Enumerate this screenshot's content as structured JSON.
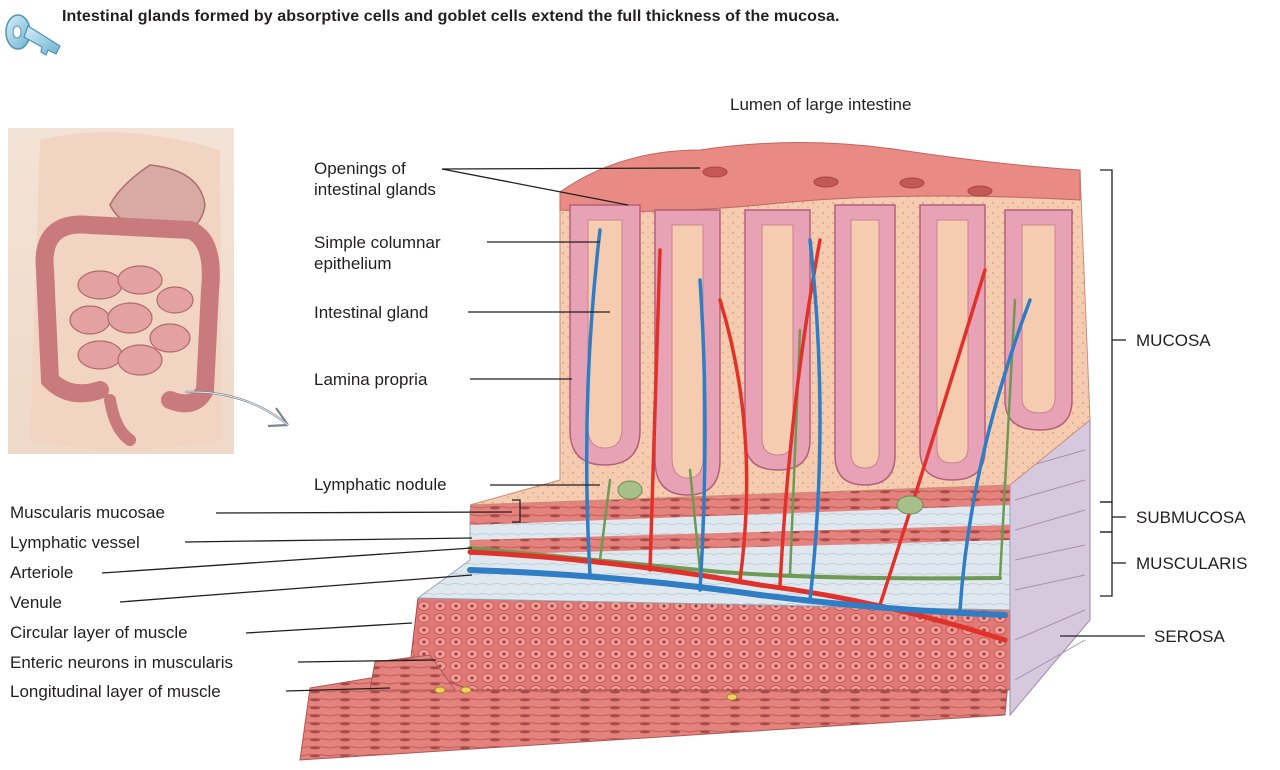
{
  "headline": "Intestinal glands formed by absorptive cells and goblet cells extend the full thickness of the mucosa.",
  "icon": "key-icon",
  "colors": {
    "mucosa_surface": "#e98a85",
    "epithelium": "#e8a2b5",
    "lamina_propria": "#f6ccb0",
    "artery": "#e0322a",
    "vein": "#2f7dc4",
    "lymphatic": "#6e9a53",
    "muscle": "#e27a78",
    "submucosa": "#d9e3ec"
  },
  "labels": {
    "lumen": "Lumen of large intestine",
    "openings": "Openings of intestinal glands",
    "simple_columnar": "Simple columnar epithelium",
    "intestinal_gland": "Intestinal gland",
    "lamina_propria": "Lamina propria",
    "lymphatic_nodule": "Lymphatic nodule",
    "muscularis_mucosae": "Muscularis mucosae",
    "lymphatic_vessel": "Lymphatic vessel",
    "arteriole": "Arteriole",
    "venule": "Venule",
    "circular_layer": "Circular layer of muscle",
    "enteric_neurons": "Enteric neurons in muscularis",
    "longitudinal_layer": "Longitudinal layer of muscle"
  },
  "layers": {
    "mucosa": "MUCOSA",
    "submucosa": "SUBMUCOSA",
    "muscularis": "MUSCULARIS",
    "serosa": "SEROSA"
  }
}
